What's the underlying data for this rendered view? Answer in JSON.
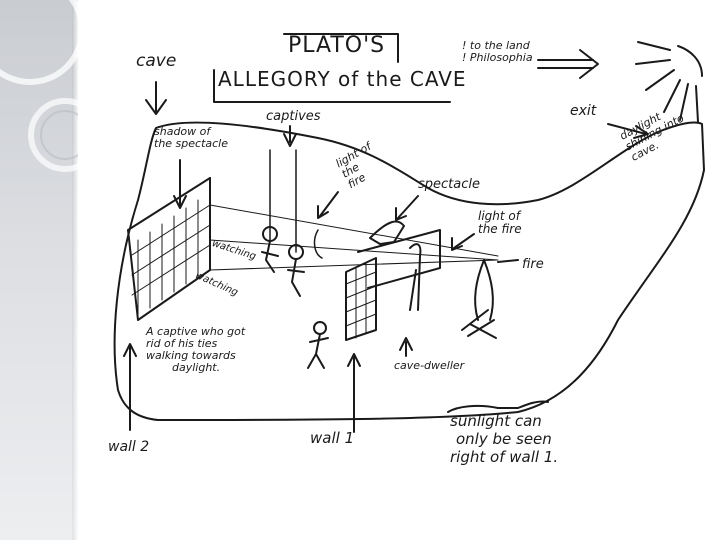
{
  "title": {
    "line1": "PLATO'S",
    "line2": "ALLEGORY of the CAVE"
  },
  "labels": {
    "cave": "cave",
    "to_land": [
      "! to the land",
      "! Philosophia"
    ],
    "exit": "exit",
    "daylight": [
      "daylight",
      "shining into",
      "cave."
    ],
    "shadow": [
      "shadow of",
      "the spectacle"
    ],
    "captives": "captives",
    "light_of_fire_top": [
      "light of",
      "the",
      "fire"
    ],
    "spectacle": "spectacle",
    "light_of_fire_right": [
      "light of",
      "the fire"
    ],
    "fire": "fire",
    "watching1": "watching",
    "watching2": "watching",
    "captive_free": [
      "A captive who got",
      "rid of his ties",
      "walking towards",
      "daylight."
    ],
    "cave_dweller": "cave-dweller",
    "wall2": "wall 2",
    "wall1": "wall 1",
    "sunlight": [
      "sunlight can",
      "only be seen",
      "right of wall 1."
    ]
  },
  "colors": {
    "ink": "#1a1a1a",
    "sidebar": "#d4d7db"
  }
}
